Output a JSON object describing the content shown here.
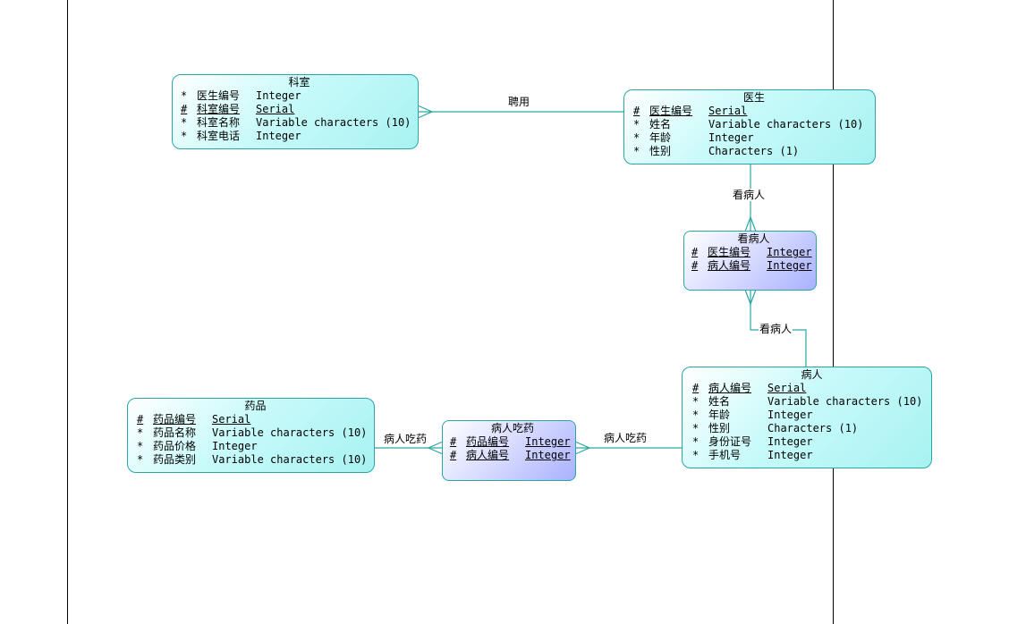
{
  "colors": {
    "connector": "#2aa6a6",
    "entity_fill": "#b4f5f5",
    "assoc_fill": "#b0b8ff",
    "page_border": "#000000"
  },
  "entities": {
    "keshi": {
      "title": "科室",
      "rows": [
        {
          "mark": "*",
          "name": "医生编号",
          "type": "Integer",
          "pk": false
        },
        {
          "mark": "#",
          "name": "科室编号",
          "type": "Serial",
          "pk": true
        },
        {
          "mark": "*",
          "name": "科室名称",
          "type": "Variable characters (10)",
          "pk": false
        },
        {
          "mark": "*",
          "name": "科室电话",
          "type": "Integer",
          "pk": false
        }
      ]
    },
    "yisheng": {
      "title": "医生",
      "rows": [
        {
          "mark": "#",
          "name": "医生编号",
          "type": "Serial",
          "pk": true
        },
        {
          "mark": "*",
          "name": "姓名",
          "type": "Variable characters (10)",
          "pk": false
        },
        {
          "mark": "*",
          "name": "年龄",
          "type": "Integer",
          "pk": false
        },
        {
          "mark": "*",
          "name": "性别",
          "type": "Characters (1)",
          "pk": false
        }
      ]
    },
    "kanbingren": {
      "title": "看病人",
      "rows": [
        {
          "mark": "#",
          "name": "医生编号",
          "type": "Integer",
          "pk": true
        },
        {
          "mark": "#",
          "name": "病人编号",
          "type": "Integer",
          "pk": true
        }
      ]
    },
    "bingren": {
      "title": "病人",
      "rows": [
        {
          "mark": "#",
          "name": "病人编号",
          "type": "Serial",
          "pk": true
        },
        {
          "mark": "*",
          "name": "姓名",
          "type": "Variable characters (10)",
          "pk": false
        },
        {
          "mark": "*",
          "name": "年龄",
          "type": "Integer",
          "pk": false
        },
        {
          "mark": "*",
          "name": "性别",
          "type": "Characters (1)",
          "pk": false
        },
        {
          "mark": "*",
          "name": "身份证号",
          "type": "Integer",
          "pk": false
        },
        {
          "mark": "*",
          "name": "手机号",
          "type": "Integer",
          "pk": false
        }
      ]
    },
    "yaopin": {
      "title": "药品",
      "rows": [
        {
          "mark": "#",
          "name": "药品编号",
          "type": "Serial",
          "pk": true
        },
        {
          "mark": "*",
          "name": "药品名称",
          "type": "Variable characters (10)",
          "pk": false
        },
        {
          "mark": "*",
          "name": "药品价格",
          "type": "Integer",
          "pk": false
        },
        {
          "mark": "*",
          "name": "药品类别",
          "type": "Variable characters (10)",
          "pk": false
        }
      ]
    },
    "bingrenchiyao": {
      "title": "病人吃药",
      "rows": [
        {
          "mark": "#",
          "name": "药品编号",
          "type": "Integer",
          "pk": true
        },
        {
          "mark": "#",
          "name": "病人编号",
          "type": "Integer",
          "pk": true
        }
      ]
    }
  },
  "relationships": {
    "pinyong": "聘用",
    "kanbingren_top": "看病人",
    "kanbingren_bottom": "看病人",
    "chiyao_left": "病人吃药",
    "chiyao_right": "病人吃药"
  }
}
